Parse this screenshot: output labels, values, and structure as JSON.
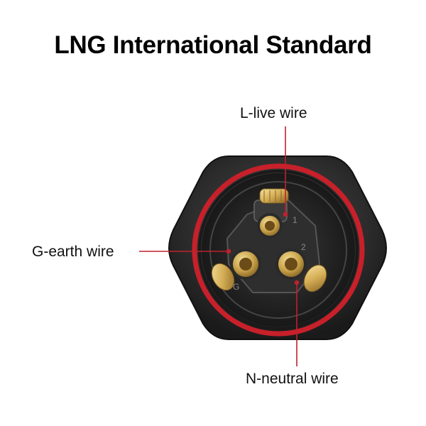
{
  "title": "LNG International Standard",
  "labels": {
    "live": "L-live wire",
    "earth": "G-earth wire",
    "neutral": "N-neutral wire"
  },
  "terminal_marks": {
    "top": "1",
    "left": "G",
    "right": "2"
  },
  "colors": {
    "leader_line": "#c0202e",
    "connector_body": "#2a2a2a",
    "seal_ring": "#c8202a",
    "brass": "#c9a24a"
  }
}
